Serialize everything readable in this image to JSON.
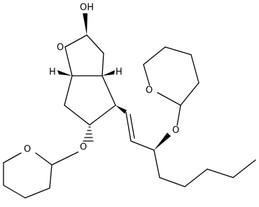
{
  "molecule": {
    "labels": {
      "hydroxyl": "OH",
      "ring_oxygen": "O",
      "thp_oxygen_top_ether": "O",
      "thp_oxygen_top_ring": "O",
      "thp_oxygen_bottom_ether": "O",
      "thp_oxygen_bottom_ring": "O",
      "h_left": "H",
      "h_right": "H"
    }
  }
}
